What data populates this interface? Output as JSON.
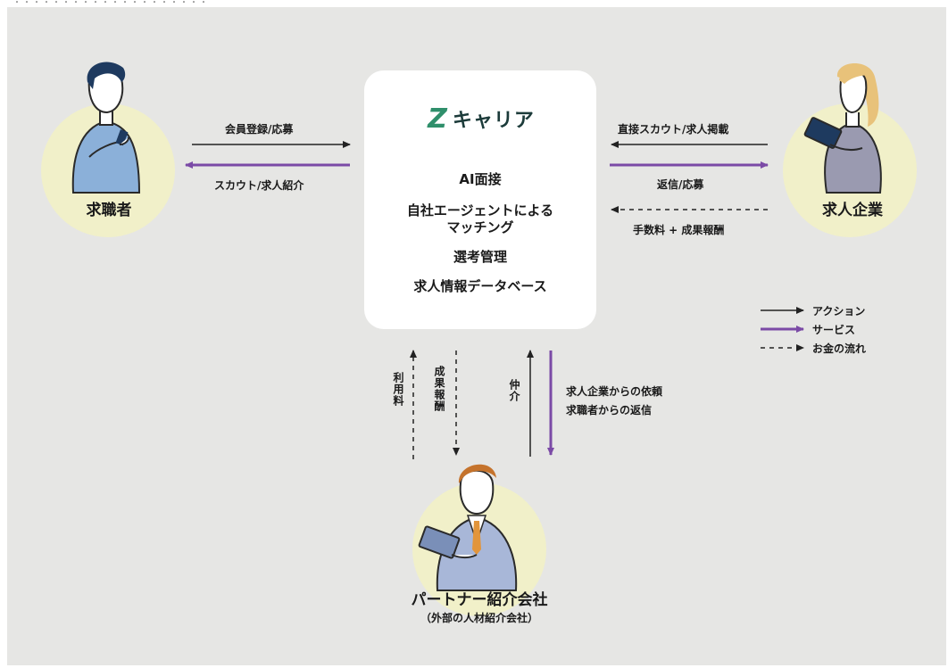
{
  "header": {
    "fragment": "・・・・・・・・・・・・・・・・・・・・"
  },
  "center": {
    "logo_mark": "Z",
    "logo_text": "キャリア",
    "services": [
      "AI面接",
      "自社エージェントによる",
      "マッチング",
      "選考管理",
      "求人情報データベース"
    ]
  },
  "actors": {
    "seeker": "求職者",
    "company": "求人企業",
    "partner": "パートナー紹介会社",
    "partner_sub": "（外部の人材紹介会社）"
  },
  "flows": {
    "seeker_action": "会員登録/応募",
    "seeker_service": "スカウト/求人紹介",
    "company_action": "直接スカウト/求人掲載",
    "company_service": "返信/応募",
    "company_money": "手数料 + 成果報酬",
    "partner_usage_fee": "利用料",
    "partner_reward": "成果報酬",
    "partner_mediation": "仲介",
    "partner_service_line1": "求人企業からの依頼",
    "partner_service_line2": "求職者からの返信"
  },
  "legend": {
    "action": "アクション",
    "service": "サービス",
    "money": "お金の流れ"
  },
  "colors": {
    "background": "#e6e6e4",
    "circle": "#f1f0c9",
    "service_arrow": "#7b4aa6",
    "action_arrow": "#222222",
    "logo_green": "#2f8f6b",
    "logo_dark": "#1c3b3a"
  }
}
